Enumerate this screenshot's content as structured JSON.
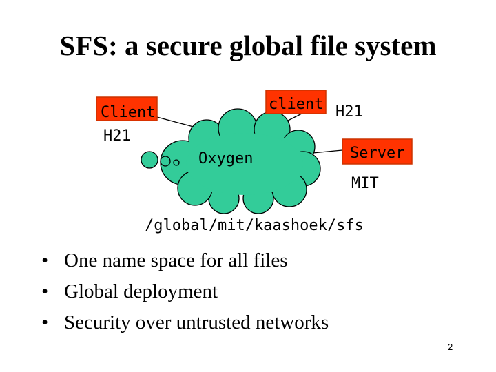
{
  "title": "SFS: a secure global file system",
  "diagram": {
    "client_left_label": "Client",
    "client_left_host": "H21",
    "client_top_label": "client",
    "client_top_host": "H21",
    "cloud_label": "Oxygen",
    "server_label": "Server",
    "server_host": "MIT",
    "path": "/global/mit/kaashoek/sfs",
    "colors": {
      "cloud_fill": "#33cc99",
      "box_fill": "#ff3300",
      "box_border": "#cc3300"
    }
  },
  "bullets": [
    "One name space for all files",
    "Global deployment",
    "Security over untrusted networks"
  ],
  "page_number": "2"
}
